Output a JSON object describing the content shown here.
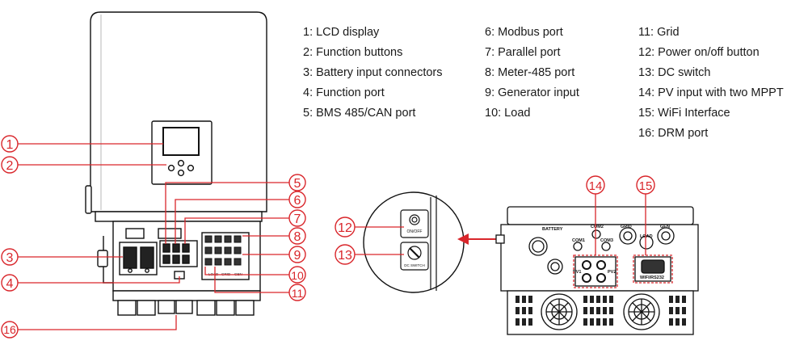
{
  "legend": {
    "col1": [
      {
        "label": "1: LCD display"
      },
      {
        "label": "2: Function buttons"
      },
      {
        "label": "3: Battery input connectors"
      },
      {
        "label": "4: Function port"
      },
      {
        "label": "5: BMS 485/CAN port"
      }
    ],
    "col2": [
      {
        "label": "6: Modbus port"
      },
      {
        "label": "7: Parallel port"
      },
      {
        "label": "8: Meter-485 port"
      },
      {
        "label": "9: Generator input"
      },
      {
        "label": "10: Load"
      }
    ],
    "col3": [
      {
        "label": "11: Grid"
      },
      {
        "label": "12: Power on/off button"
      },
      {
        "label": "13: DC switch"
      },
      {
        "label": "14: PV input with two MPPT"
      },
      {
        "label": "15: WiFi Interface"
      },
      {
        "label": "16: DRM port"
      }
    ]
  },
  "callouts": {
    "c1": "1",
    "c2": "2",
    "c3": "3",
    "c4": "4",
    "c5": "5",
    "c6": "6",
    "c7": "7",
    "c8": "8",
    "c9": "9",
    "c10": "10",
    "c11": "11",
    "c12": "12",
    "c13": "13",
    "c14": "14",
    "c15": "15",
    "c16": "16"
  },
  "device_labels": {
    "battery": "BATTERY",
    "com2": "COM2",
    "grid": "GRID",
    "gen": "GEN",
    "com1": "COM1",
    "com3": "COM3",
    "load": "LOAD",
    "pv1": "PV1",
    "pv2": "PV2",
    "wifi": "WIFI/RS232",
    "onoff": "ON/OFF",
    "dc_switch": "DC SWITCH",
    "load_small": "LOAD",
    "grid_small": "GRID",
    "gen_small": "GEN"
  },
  "colors": {
    "callout": "#d9262b",
    "outline": "#111111"
  }
}
